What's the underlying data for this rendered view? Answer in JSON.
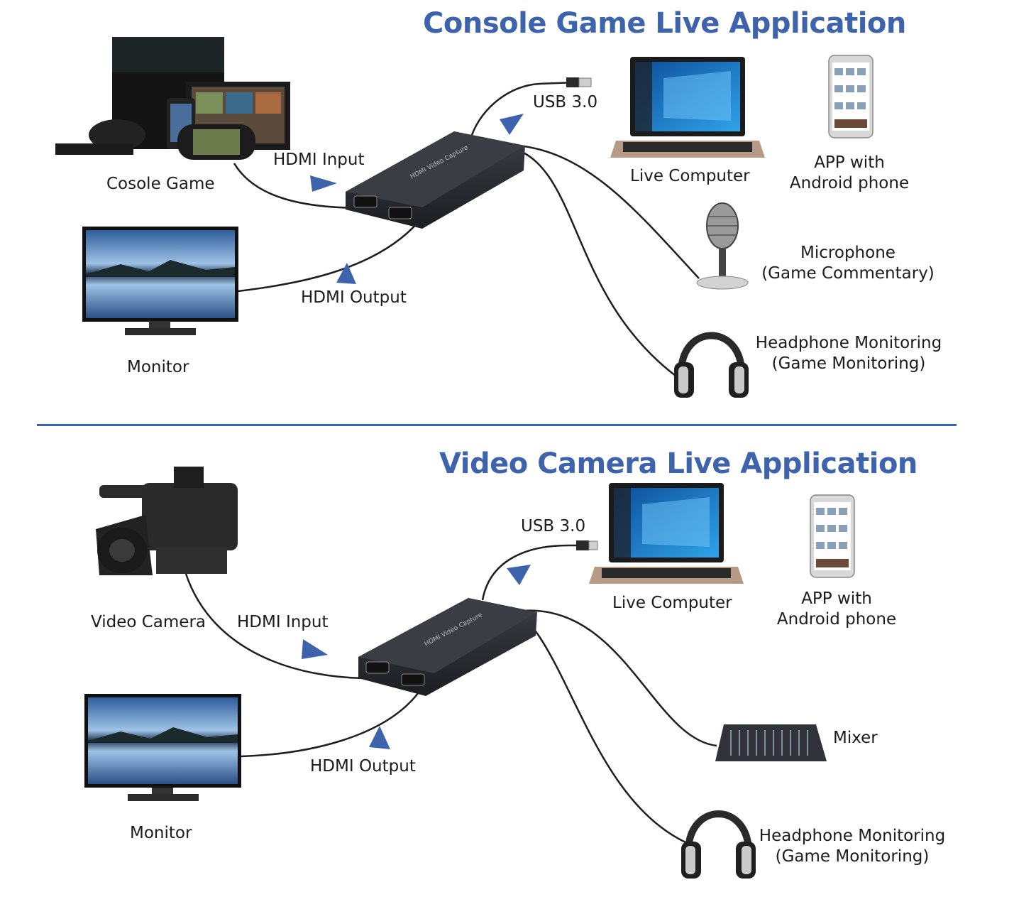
{
  "top": {
    "title": "Console Game Live Application",
    "labels": {
      "source": "Cosole Game",
      "hdmi_input": "HDMI Input",
      "usb": "USB 3.0",
      "computer": "Live Computer",
      "app_line1": "APP with",
      "app_line2": "Android phone",
      "mic_line1": "Microphone",
      "mic_line2": "(Game Commentary)",
      "monitor": "Monitor",
      "hdmi_output": "HDMI Output",
      "headphone_line1": "Headphone Monitoring",
      "headphone_line2": "(Game Monitoring)"
    }
  },
  "bottom": {
    "title": "Video Camera Live Application",
    "labels": {
      "source": "Video Camera",
      "hdmi_input": "HDMI Input",
      "usb": "USB 3.0",
      "computer": "Live Computer",
      "app_line1": "APP with",
      "app_line2": "Android phone",
      "mixer": "Mixer",
      "monitor": "Monitor",
      "hdmi_output": "HDMI Output",
      "headphone_line1": "Headphone Monitoring",
      "headphone_line2": "(Game Monitoring)"
    }
  },
  "colors": {
    "accent": "#3e63ad",
    "device": "#2a2d31",
    "cable": "#1e1e1e"
  }
}
